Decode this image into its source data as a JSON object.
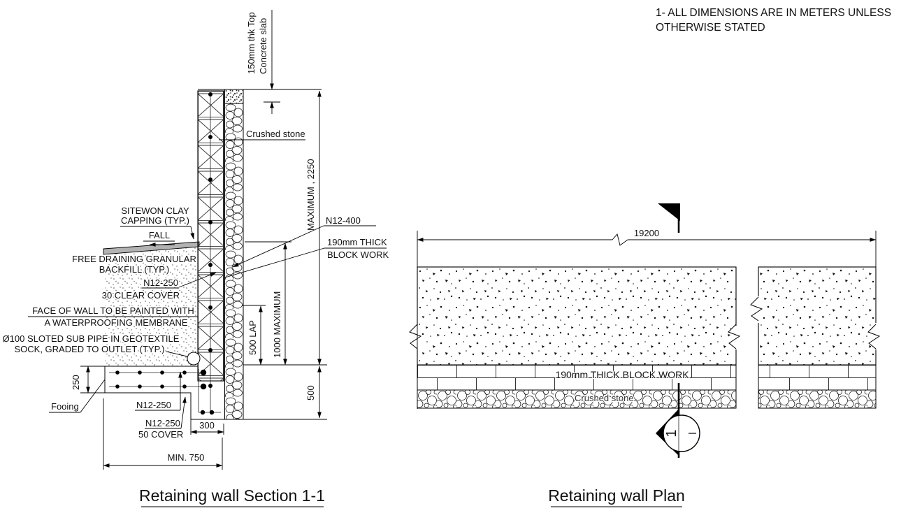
{
  "note": {
    "line1": "1- ALL DIMENSIONS ARE IN METERS UNLESS",
    "line2": "OTHERWISE STATED"
  },
  "section": {
    "title": "Retaining wall Section 1-1",
    "labels": {
      "slab_line1": "150mm thk Top",
      "slab_line2": "Concrete slab",
      "crushed_stone": "Crushed stone",
      "clay_line1": "SITEWON CLAY",
      "clay_line2": "CAPPING (TYP.)",
      "fall": "FALL",
      "backfill_line1": "FREE DRAINING GRANULAR",
      "backfill_line2": "BACKFILL (TYP.)",
      "wall_bars_line1": "N12-250",
      "wall_bars_line2": "30 CLEAR COVER",
      "membrane_line1": "FACE OF WALL TO BE PAINTED WITH",
      "membrane_line2": "A WATERPROOFING MEMBRANE",
      "pipe_line1": "Ø100 SLOTED SUB PIPE IN GEOTEXTILE",
      "pipe_line2": "SOCK, GRADED TO OUTLET (TYP.)",
      "n12_400": "N12-400",
      "blockwork_line1": "190mm THICK",
      "blockwork_line2": "BLOCK WORK",
      "footing": "Fooing",
      "footing_bar_top": "N12-250",
      "footing_bar_bot_line1": "N12-250",
      "footing_bar_bot_line2": "50 COVER"
    },
    "dims": {
      "wall_max_height": "MAXIMUM , 2250",
      "max_1000": "1000 MAXIMUM",
      "lap": "500 LAP",
      "embed": "500",
      "footing_thk": "250",
      "toe": "300",
      "footing_width": "MIN. 750"
    },
    "colors": {
      "capping_gray": "#b2b2b2"
    }
  },
  "plan": {
    "title": "Retaining wall Plan",
    "length": "19200",
    "blockwork": "190mm THICK BLOCK WORK",
    "crushed_stone": "Crushed stone",
    "section_marker_number": "1"
  }
}
